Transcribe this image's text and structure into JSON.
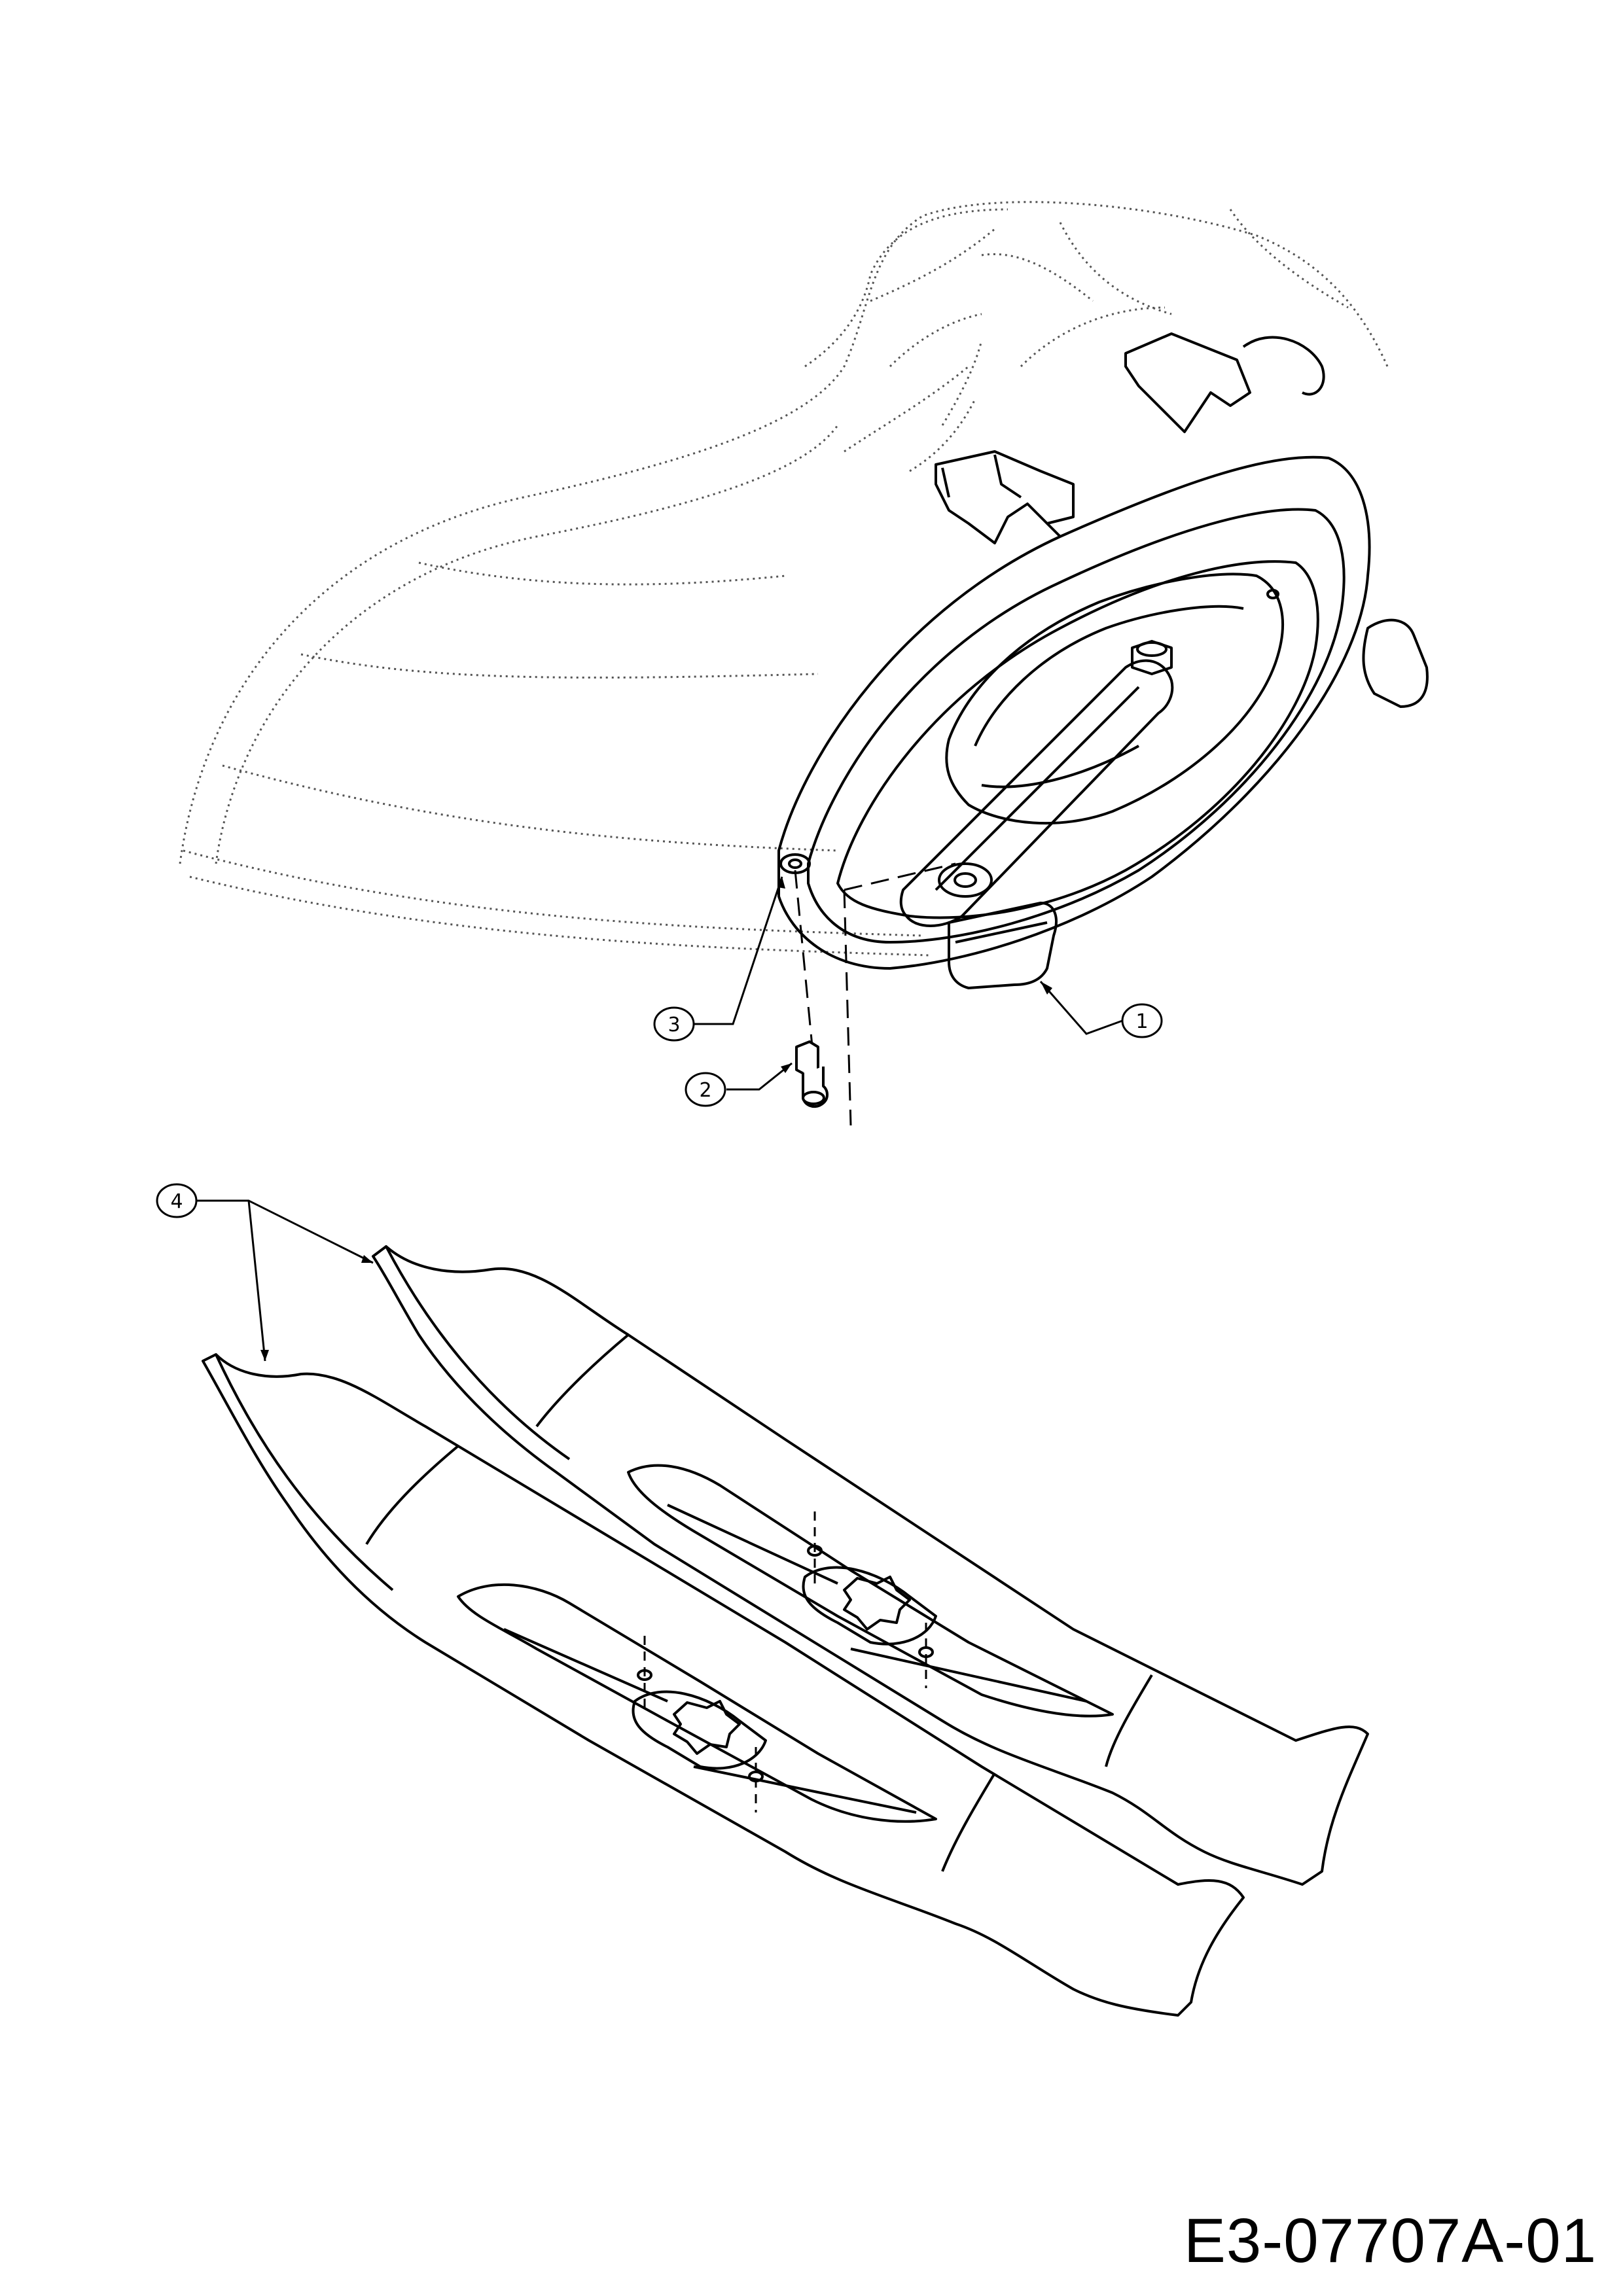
{
  "callouts": [
    {
      "label": "1",
      "part": "mulch-plug-handle"
    },
    {
      "label": "2",
      "part": "shoulder-bolt"
    },
    {
      "label": "3",
      "part": "mounting-hole"
    },
    {
      "label": "4",
      "part": "mower-blades"
    }
  ],
  "drawing_code": "E3-07707A-01"
}
